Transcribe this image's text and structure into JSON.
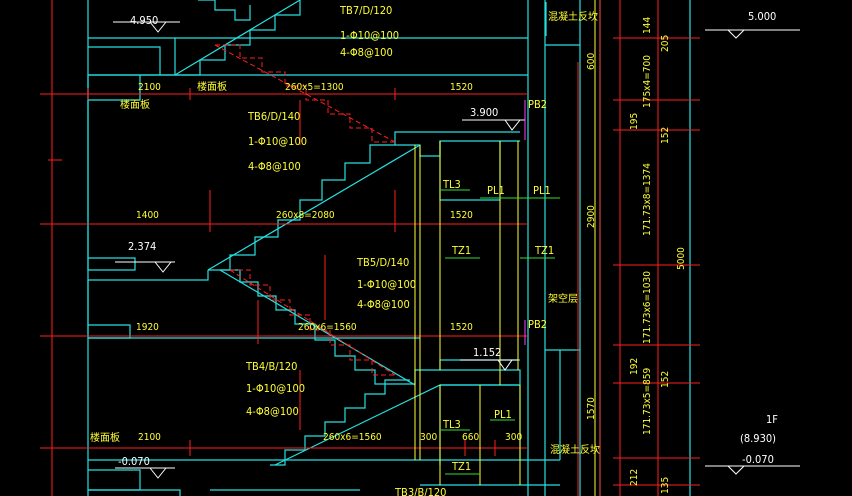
{
  "colors": {
    "background": "#000000",
    "cyan": "#27e0e0",
    "red": "#ff2020",
    "yellow": "#ffff33",
    "green": "#33dd33",
    "white": "#ffffff",
    "magenta": "#ff40ff"
  },
  "labels": {
    "elev_4950": "4.950",
    "tb7_name": "TB7/D/120",
    "tb7_rebar1": "1-Φ10@100",
    "tb7_rebar2": "4-Φ8@100",
    "concrete_top": "混凝土反坎",
    "elev_5000": "5.000",
    "dim_2100_top": "2100",
    "landing_top": "楼面板",
    "dim_260x5": "260x5=1300",
    "dim_1520_a": "1520",
    "landing_mid": "楼面板",
    "elev_3900": "3.900",
    "pb2_a": "PB2",
    "tb6_name": "TB6/D/140",
    "tb6_rebar1": "1-Φ10@100",
    "tb6_rebar2": "4-Φ8@100",
    "tl3_a": "TL3",
    "pl1_a": "PL1",
    "pl1_b": "PL1",
    "dim_1400": "1400",
    "dim_260x8": "260x8=2080",
    "dim_1520_b": "1520",
    "elev_2374": "2.374",
    "tz1_a": "TZ1",
    "tz1_b": "TZ1",
    "tb5_name": "TB5/D/140",
    "tb5_rebar1": "1-Φ10@100",
    "tb5_rebar2": "4-Φ8@100",
    "void_label": "架空层",
    "dim_1920": "1920",
    "dim_260x6_a": "260x6=1560",
    "dim_1520_c": "1520",
    "pb2_b": "PB2",
    "elev_1152": "1.152",
    "tb4_name": "TB4/B/120",
    "tb4_rebar1": "1-Φ10@100",
    "tb4_rebar2": "4-Φ8@100",
    "tl3_b": "TL3",
    "pl1_c": "PL1",
    "landing_bot": "楼面板",
    "dim_2100_bot": "2100",
    "dim_260x6_b": "260x6=1560",
    "dim_300_a": "300",
    "dim_660": "660",
    "dim_300_b": "300",
    "concrete_bot": "混凝土反坎",
    "elev_m0070_a": "-0.070",
    "tz1_c": "TZ1",
    "tb3_name": "TB3/B/120",
    "floor_1f": "1F",
    "floor_elev": "(8.930)",
    "elev_m0070_b": "-0.070",
    "vd_600": "600",
    "vd_2900": "2900",
    "vd_1570": "1570",
    "vd_144": "144",
    "vd_205": "205",
    "vd_175x4": "175x4=700",
    "vd_195": "195",
    "vd_152_a": "152",
    "vd_171x8": "171.73x8=1374",
    "vd_5000": "5000",
    "vd_171x6": "171.73x6=1030",
    "vd_192": "192",
    "vd_152_b": "152",
    "vd_171x5": "171.73x5=859",
    "vd_212": "212",
    "vd_135": "135"
  }
}
